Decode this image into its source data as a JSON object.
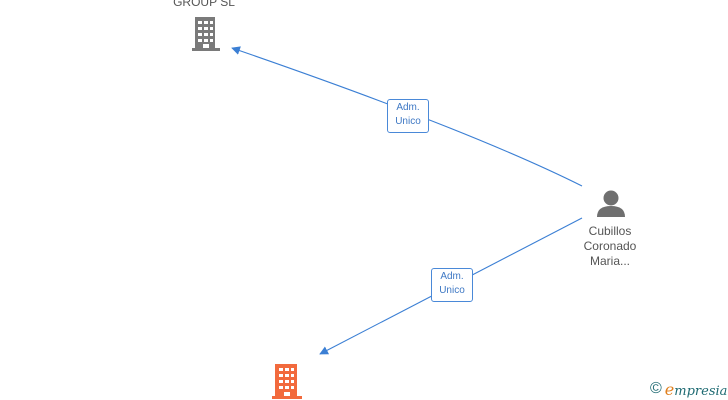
{
  "nodes": {
    "company_top": {
      "label_line1": "GROUP SL",
      "icon": "building-icon",
      "color": "#7a7a7a"
    },
    "person": {
      "label_line1": "Cubillos",
      "label_line2": "Coronado",
      "label_line3": "Maria...",
      "icon": "person-icon",
      "color": "#6f6f6f"
    },
    "company_bottom": {
      "icon": "building-icon",
      "color": "#f26a3d"
    }
  },
  "edges": [
    {
      "label_line1": "Adm.",
      "label_line2": "Unico",
      "color": "#4a89d8"
    },
    {
      "label_line1": "Adm.",
      "label_line2": "Unico",
      "color": "#4a89d8"
    }
  ],
  "watermark": {
    "symbol": "©",
    "brand_initial": "e",
    "brand_rest": "mpresia"
  }
}
